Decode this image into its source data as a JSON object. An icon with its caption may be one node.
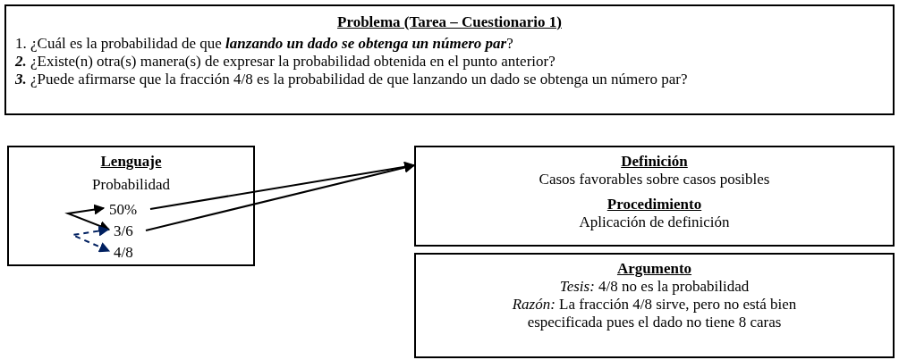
{
  "diagram": {
    "nodes": [
      {
        "text": [
          "Problema (Tarea – Cuestionario 1)",
          "1. ¿Cuál es la probabilidad de que **lanzando un dado se obtenga un número par**?",
          "**2.** ¿Existe(n) otra(s) manera(s) de expresar la probabilidad obtenida en el punto anterior?",
          "**3.** ¿Puede afirmarse que la fracción 4/8 es la probabilidad de que lanzando un dado se obtenga un número par?"
        ]
      },
      {
        "text": [
          "Lenguaje",
          "Probabilidad"
        ]
      },
      {
        "text": [
          "50%"
        ],
        "in": 1
      },
      {
        "text": [
          "3/6"
        ],
        "in": 1
      },
      {
        "text": [
          "4/8"
        ],
        "in": 1
      },
      {
        "text": [
          "Definición",
          "Casos favorables sobre casos posibles",
          "Procedimiento",
          "Aplicación de definición"
        ]
      },
      {
        "text": [
          "Argumento",
          "*Tesis:* 4/8 no es la probabilidad",
          "*Razón:* La fracción 4/8 sirve, pero no está bien especificada pues el dado no tiene 8 caras"
        ]
      }
    ],
    "edges": [
      {
        "from": 2,
        "to": 5,
        "arrow": "to"
      },
      {
        "from": 3,
        "to": 5,
        "arrow": "to"
      },
      {
        "from": 2,
        "to": 3,
        "arrow": "both"
      },
      {
        "from": 3,
        "to": 4,
        "arrow": "both",
        "style": "dashed",
        "color": "#002060"
      }
    ]
  }
}
